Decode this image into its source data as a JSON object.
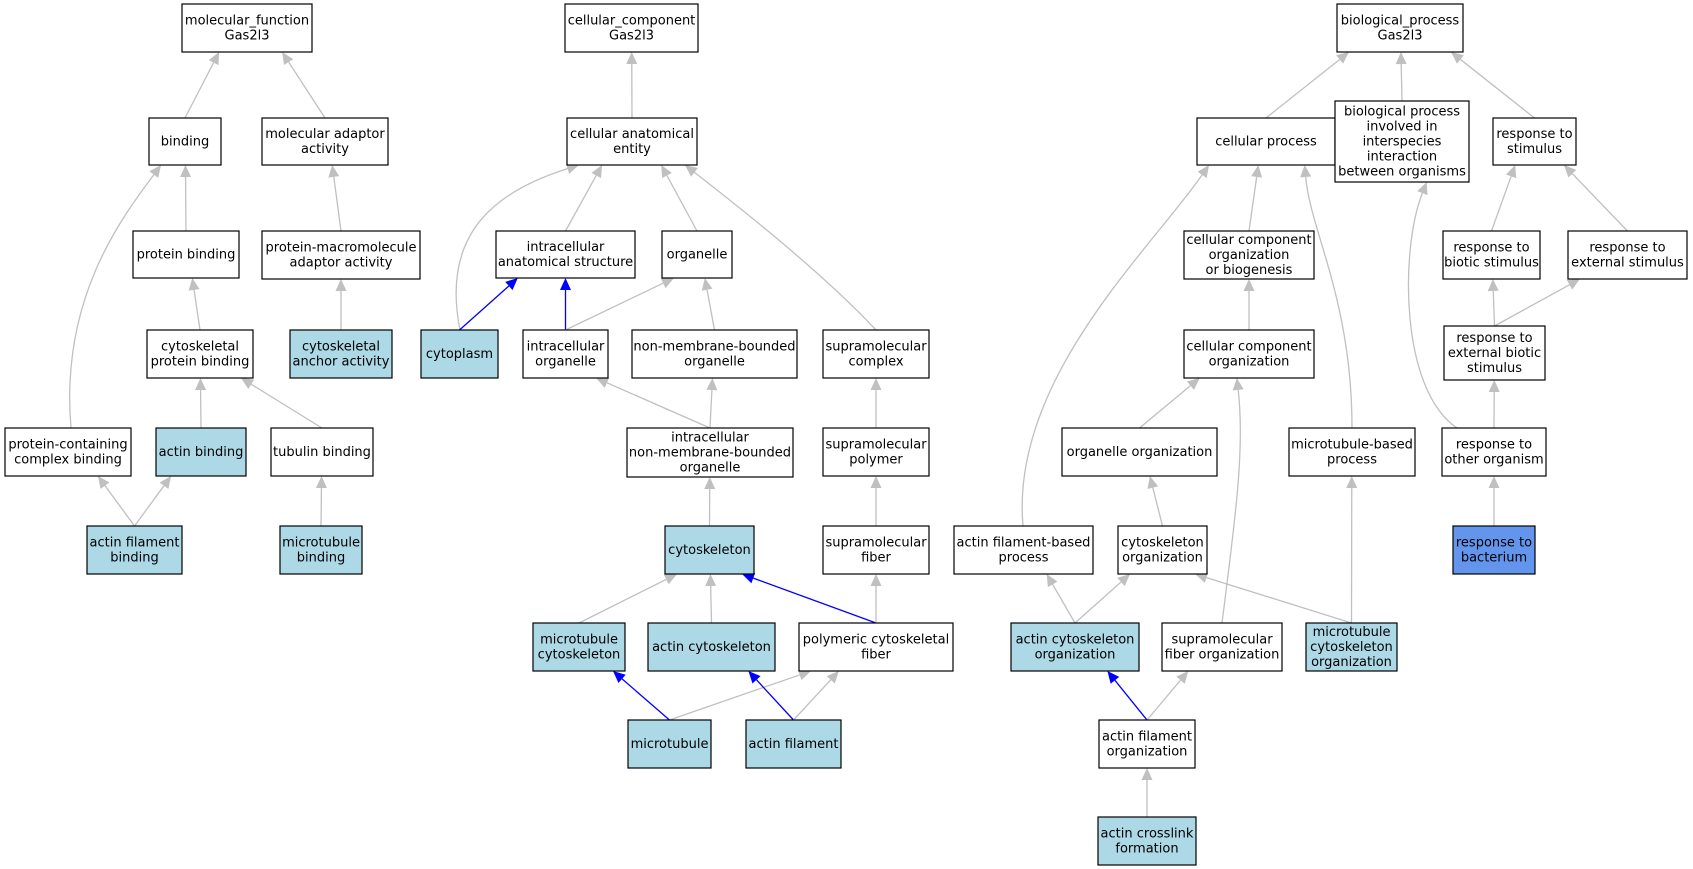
{
  "colors": {
    "plain_fill": "#ffffff",
    "annotated_fill": "#add8e6",
    "highlight_fill": "#6495ed",
    "grey_edge": "#c0c0c0",
    "blue_edge": "#0000ff"
  },
  "nodes": [
    {
      "id": "mf_root",
      "lines": [
        "molecular_function",
        "Gas2l3"
      ],
      "fill": "plain"
    },
    {
      "id": "binding",
      "lines": [
        "binding"
      ],
      "fill": "plain"
    },
    {
      "id": "mol_adaptor",
      "lines": [
        "molecular adaptor",
        "activity"
      ],
      "fill": "plain"
    },
    {
      "id": "protein_binding",
      "lines": [
        "protein binding"
      ],
      "fill": "plain"
    },
    {
      "id": "pm_adaptor",
      "lines": [
        "protein-macromolecule",
        "adaptor activity"
      ],
      "fill": "plain"
    },
    {
      "id": "cytoskeletal_pb",
      "lines": [
        "cytoskeletal",
        "protein binding"
      ],
      "fill": "plain"
    },
    {
      "id": "cytoskeletal_anchor",
      "lines": [
        "cytoskeletal",
        "anchor activity"
      ],
      "fill": "annotated"
    },
    {
      "id": "pc_complex_binding",
      "lines": [
        "protein-containing",
        "complex binding"
      ],
      "fill": "plain"
    },
    {
      "id": "actin_binding",
      "lines": [
        "actin binding"
      ],
      "fill": "annotated"
    },
    {
      "id": "tubulin_binding",
      "lines": [
        "tubulin binding"
      ],
      "fill": "plain"
    },
    {
      "id": "actin_filament_binding",
      "lines": [
        "actin filament",
        "binding"
      ],
      "fill": "annotated"
    },
    {
      "id": "microtubule_binding",
      "lines": [
        "microtubule",
        "binding"
      ],
      "fill": "annotated"
    },
    {
      "id": "cc_root",
      "lines": [
        "cellular_component",
        "Gas2l3"
      ],
      "fill": "plain"
    },
    {
      "id": "cae",
      "lines": [
        "cellular anatomical",
        "entity"
      ],
      "fill": "plain"
    },
    {
      "id": "ias",
      "lines": [
        "intracellular",
        "anatomical structure"
      ],
      "fill": "plain"
    },
    {
      "id": "organelle",
      "lines": [
        "organelle"
      ],
      "fill": "plain"
    },
    {
      "id": "cytoplasm",
      "lines": [
        "cytoplasm"
      ],
      "fill": "annotated"
    },
    {
      "id": "intra_org",
      "lines": [
        "intracellular",
        "organelle"
      ],
      "fill": "plain"
    },
    {
      "id": "nmb_org",
      "lines": [
        "non-membrane-bounded",
        "organelle"
      ],
      "fill": "plain"
    },
    {
      "id": "supra_complex",
      "lines": [
        "supramolecular",
        "complex"
      ],
      "fill": "plain"
    },
    {
      "id": "inmb_org",
      "lines": [
        "intracellular",
        "non-membrane-bounded",
        "organelle"
      ],
      "fill": "plain"
    },
    {
      "id": "supra_polymer",
      "lines": [
        "supramolecular",
        "polymer"
      ],
      "fill": "plain"
    },
    {
      "id": "cytoskeleton",
      "lines": [
        "cytoskeleton"
      ],
      "fill": "annotated"
    },
    {
      "id": "supra_fiber",
      "lines": [
        "supramolecular",
        "fiber"
      ],
      "fill": "plain"
    },
    {
      "id": "mt_cytoskeleton",
      "lines": [
        "microtubule",
        "cytoskeleton"
      ],
      "fill": "annotated"
    },
    {
      "id": "actin_cytoskeleton",
      "lines": [
        "actin cytoskeleton"
      ],
      "fill": "annotated"
    },
    {
      "id": "poly_fiber",
      "lines": [
        "polymeric cytoskeletal",
        "fiber"
      ],
      "fill": "plain"
    },
    {
      "id": "microtubule",
      "lines": [
        "microtubule"
      ],
      "fill": "annotated"
    },
    {
      "id": "actin_filament",
      "lines": [
        "actin filament"
      ],
      "fill": "annotated"
    },
    {
      "id": "bp_root",
      "lines": [
        "biological_process",
        "Gas2l3"
      ],
      "fill": "plain"
    },
    {
      "id": "cell_process",
      "lines": [
        "cellular process"
      ],
      "fill": "plain"
    },
    {
      "id": "bp_interspecies",
      "lines": [
        "biological process",
        "involved in",
        "interspecies",
        "interaction",
        "between organisms"
      ],
      "fill": "plain"
    },
    {
      "id": "resp_stimulus",
      "lines": [
        "response to",
        "stimulus"
      ],
      "fill": "plain"
    },
    {
      "id": "ccob",
      "lines": [
        "cellular component",
        "organization",
        "or biogenesis"
      ],
      "fill": "plain"
    },
    {
      "id": "resp_biotic",
      "lines": [
        "response to",
        "biotic stimulus"
      ],
      "fill": "plain"
    },
    {
      "id": "resp_external",
      "lines": [
        "response to",
        "external stimulus"
      ],
      "fill": "plain"
    },
    {
      "id": "cc_org",
      "lines": [
        "cellular component",
        "organization"
      ],
      "fill": "plain"
    },
    {
      "id": "resp_ext_biotic",
      "lines": [
        "response to",
        "external biotic",
        "stimulus"
      ],
      "fill": "plain"
    },
    {
      "id": "organelle_org",
      "lines": [
        "organelle organization"
      ],
      "fill": "plain"
    },
    {
      "id": "mt_process",
      "lines": [
        "microtubule-based",
        "process"
      ],
      "fill": "plain"
    },
    {
      "id": "resp_other_org",
      "lines": [
        "response to",
        "other organism"
      ],
      "fill": "plain"
    },
    {
      "id": "afb_process",
      "lines": [
        "actin filament-based",
        "process"
      ],
      "fill": "plain"
    },
    {
      "id": "cytoskeleton_org",
      "lines": [
        "cytoskeleton",
        "organization"
      ],
      "fill": "plain"
    },
    {
      "id": "resp_bacterium",
      "lines": [
        "response to",
        "bacterium"
      ],
      "fill": "highlight"
    },
    {
      "id": "actin_cyto_org",
      "lines": [
        "actin cytoskeleton",
        "organization"
      ],
      "fill": "annotated"
    },
    {
      "id": "supra_fiber_org",
      "lines": [
        "supramolecular",
        "fiber organization"
      ],
      "fill": "plain"
    },
    {
      "id": "mt_cyto_org",
      "lines": [
        "microtubule",
        "cytoskeleton",
        "organization"
      ],
      "fill": "annotated"
    },
    {
      "id": "af_org",
      "lines": [
        "actin filament",
        "organization"
      ],
      "fill": "plain"
    },
    {
      "id": "actin_crosslink",
      "lines": [
        "actin crosslink",
        "formation"
      ],
      "fill": "annotated"
    }
  ],
  "edges": [
    {
      "from": "binding",
      "to": "mf_root",
      "color": "grey"
    },
    {
      "from": "mol_adaptor",
      "to": "mf_root",
      "color": "grey"
    },
    {
      "from": "protein_binding",
      "to": "binding",
      "color": "grey"
    },
    {
      "from": "pc_complex_binding",
      "to": "binding",
      "color": "grey"
    },
    {
      "from": "pm_adaptor",
      "to": "mol_adaptor",
      "color": "grey"
    },
    {
      "from": "cytoskeletal_pb",
      "to": "protein_binding",
      "color": "grey"
    },
    {
      "from": "cytoskeletal_anchor",
      "to": "pm_adaptor",
      "color": "grey"
    },
    {
      "from": "actin_binding",
      "to": "cytoskeletal_pb",
      "color": "grey"
    },
    {
      "from": "tubulin_binding",
      "to": "cytoskeletal_pb",
      "color": "grey"
    },
    {
      "from": "actin_filament_binding",
      "to": "pc_complex_binding",
      "color": "grey"
    },
    {
      "from": "actin_filament_binding",
      "to": "actin_binding",
      "color": "grey"
    },
    {
      "from": "microtubule_binding",
      "to": "tubulin_binding",
      "color": "grey"
    },
    {
      "from": "cae",
      "to": "cc_root",
      "color": "grey"
    },
    {
      "from": "cytoplasm",
      "to": "cae",
      "color": "grey"
    },
    {
      "from": "ias",
      "to": "cae",
      "color": "grey"
    },
    {
      "from": "organelle",
      "to": "cae",
      "color": "grey"
    },
    {
      "from": "supra_complex",
      "to": "cae",
      "color": "grey"
    },
    {
      "from": "cytoplasm",
      "to": "ias",
      "color": "blue"
    },
    {
      "from": "intra_org",
      "to": "ias",
      "color": "blue"
    },
    {
      "from": "intra_org",
      "to": "organelle",
      "color": "grey"
    },
    {
      "from": "nmb_org",
      "to": "organelle",
      "color": "grey"
    },
    {
      "from": "inmb_org",
      "to": "intra_org",
      "color": "grey"
    },
    {
      "from": "inmb_org",
      "to": "nmb_org",
      "color": "grey"
    },
    {
      "from": "supra_polymer",
      "to": "supra_complex",
      "color": "grey"
    },
    {
      "from": "supra_fiber",
      "to": "supra_polymer",
      "color": "grey"
    },
    {
      "from": "cytoskeleton",
      "to": "inmb_org",
      "color": "grey"
    },
    {
      "from": "mt_cytoskeleton",
      "to": "cytoskeleton",
      "color": "grey"
    },
    {
      "from": "actin_cytoskeleton",
      "to": "cytoskeleton",
      "color": "grey"
    },
    {
      "from": "poly_fiber",
      "to": "cytoskeleton",
      "color": "blue"
    },
    {
      "from": "poly_fiber",
      "to": "supra_fiber",
      "color": "grey"
    },
    {
      "from": "microtubule",
      "to": "mt_cytoskeleton",
      "color": "blue"
    },
    {
      "from": "microtubule",
      "to": "poly_fiber",
      "color": "grey"
    },
    {
      "from": "actin_filament",
      "to": "actin_cytoskeleton",
      "color": "blue"
    },
    {
      "from": "actin_filament",
      "to": "poly_fiber",
      "color": "grey"
    },
    {
      "from": "cell_process",
      "to": "bp_root",
      "color": "grey"
    },
    {
      "from": "bp_interspecies",
      "to": "bp_root",
      "color": "grey"
    },
    {
      "from": "resp_stimulus",
      "to": "bp_root",
      "color": "grey"
    },
    {
      "from": "ccob",
      "to": "cell_process",
      "color": "grey"
    },
    {
      "from": "mt_process",
      "to": "cell_process",
      "color": "grey"
    },
    {
      "from": "afb_process",
      "to": "cell_process",
      "color": "grey"
    },
    {
      "from": "resp_biotic",
      "to": "resp_stimulus",
      "color": "grey"
    },
    {
      "from": "resp_external",
      "to": "resp_stimulus",
      "color": "grey"
    },
    {
      "from": "cc_org",
      "to": "ccob",
      "color": "grey"
    },
    {
      "from": "resp_ext_biotic",
      "to": "resp_biotic",
      "color": "grey"
    },
    {
      "from": "resp_ext_biotic",
      "to": "resp_external",
      "color": "grey"
    },
    {
      "from": "resp_other_org",
      "to": "resp_ext_biotic",
      "color": "grey"
    },
    {
      "from": "resp_other_org",
      "to": "bp_interspecies",
      "color": "grey"
    },
    {
      "from": "resp_bacterium",
      "to": "resp_other_org",
      "color": "grey"
    },
    {
      "from": "organelle_org",
      "to": "cc_org",
      "color": "grey"
    },
    {
      "from": "supra_fiber_org",
      "to": "cc_org",
      "color": "grey"
    },
    {
      "from": "cytoskeleton_org",
      "to": "organelle_org",
      "color": "grey"
    },
    {
      "from": "actin_cyto_org",
      "to": "afb_process",
      "color": "grey"
    },
    {
      "from": "actin_cyto_org",
      "to": "cytoskeleton_org",
      "color": "grey"
    },
    {
      "from": "mt_cyto_org",
      "to": "cytoskeleton_org",
      "color": "grey"
    },
    {
      "from": "mt_cyto_org",
      "to": "mt_process",
      "color": "grey"
    },
    {
      "from": "af_org",
      "to": "actin_cyto_org",
      "color": "blue"
    },
    {
      "from": "af_org",
      "to": "supra_fiber_org",
      "color": "grey"
    },
    {
      "from": "actin_crosslink",
      "to": "af_org",
      "color": "grey"
    }
  ]
}
